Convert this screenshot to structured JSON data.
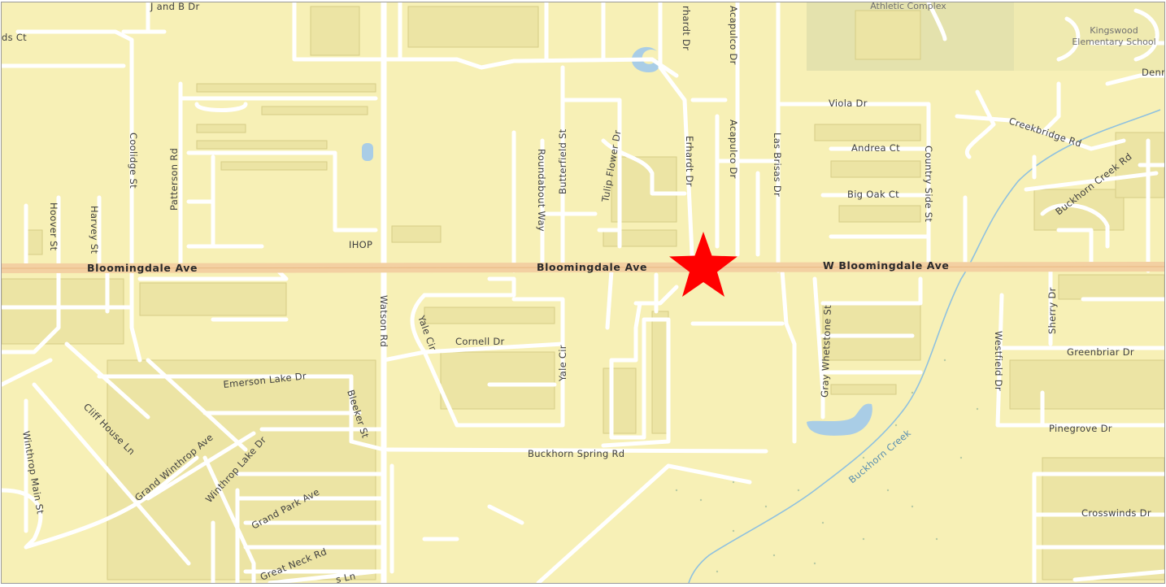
{
  "map": {
    "colors": {
      "land": "#f7f0b6",
      "road": "#ffffff",
      "arterial": "#f3d0a2",
      "water": "#a9cde6",
      "park": "#e4e2ad",
      "creek": "#8fc1df",
      "marker": "#ff0000"
    },
    "marker": {
      "icon": "star-icon"
    },
    "poi": {
      "athletic": "Athletic Complex",
      "school_line1": "Kingswood",
      "school_line2": "Elementary School",
      "ihop": "IHOP"
    },
    "roads": {
      "bloomingdale_w": "Bloomingdale Ave",
      "bloomingdale_c": "Bloomingdale Ave",
      "w_bloomingdale": "W Bloomingdale Ave",
      "j_and_b": "J and B Dr",
      "ds_ct": "ds Ct",
      "denn": "Denn",
      "viola": "Viola Dr",
      "andrea": "Andrea Ct",
      "big_oak": "Big Oak Ct",
      "creekbridge": "Creekbridge Rd",
      "buckhorn_creek_rd": "Buckhorn Creek Rd",
      "cornell": "Cornell Dr",
      "emerson": "Emerson Lake Dr",
      "buckhorn_spring": "Buckhorn Spring Rd",
      "greenbriar": "Greenbriar Dr",
      "pinegrove": "Pinegrove Dr",
      "crosswinds": "Crosswinds Dr",
      "coolidge": "Coolidge St",
      "patterson": "Patterson Rd",
      "hoover": "Hoover St",
      "harvey": "Harvey St",
      "watson": "Watson Rd",
      "roundabout": "Roundabout Way",
      "butterfield": "Butterfield St",
      "tulip": "Tulip Flower Dr",
      "erhardt_top": "rhardt Dr",
      "erhardt": "Erhardt Dr",
      "acapulco_top": "Acapulco Dr",
      "acapulco": "Acapulco Dr",
      "las_brisas": "Las Brisas Dr",
      "country_side": "Country Side St",
      "yale_cir_w": "Yale Cir",
      "yale_cir_e": "Yale Cir",
      "gray_whetstone": "Gray Whetstone St",
      "westfield": "Westfield Dr",
      "sherry": "Sherry Dr",
      "bleeker": "Bleeker St",
      "cliff_house": "Cliff House Ln",
      "grand_winthrop": "Grand Winthrop Ave",
      "winthrop_lake": "Winthrop Lake Dr",
      "grand_park": "Grand Park Ave",
      "great_neck": "Great Neck Rd",
      "winthrop_main": "Winthrop Main St",
      "s_ln": "s Ln"
    },
    "water_labels": {
      "buckhorn_creek": "Buckhorn Creek"
    }
  }
}
